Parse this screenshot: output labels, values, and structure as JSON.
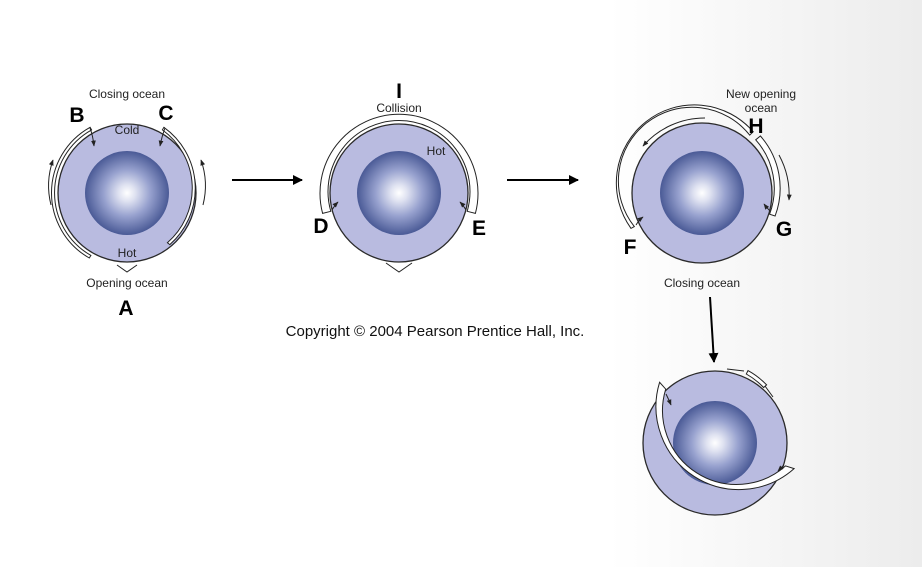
{
  "stage1": {
    "top_label": "Closing ocean",
    "cold_label": "Cold",
    "hot_label": "Hot",
    "bottom_label": "Opening ocean",
    "letter_a": "A",
    "letter_b": "B",
    "letter_c": "C"
  },
  "stage2": {
    "letter_i": "I",
    "collision_label": "Collision",
    "hot_label": "Hot",
    "letter_d": "D",
    "letter_e": "E"
  },
  "stage3": {
    "new_opening_line1": "New opening",
    "new_opening_line2": "ocean",
    "letter_h": "H",
    "letter_f": "F",
    "letter_g": "G",
    "closing_label": "Closing ocean"
  },
  "copyright": "Copyright © 2004 Pearson Prentice Hall, Inc.",
  "colors": {
    "earth_fill": "#b9bbe0",
    "core_center": "#ffffff",
    "core_edge": "#4a5a96"
  }
}
